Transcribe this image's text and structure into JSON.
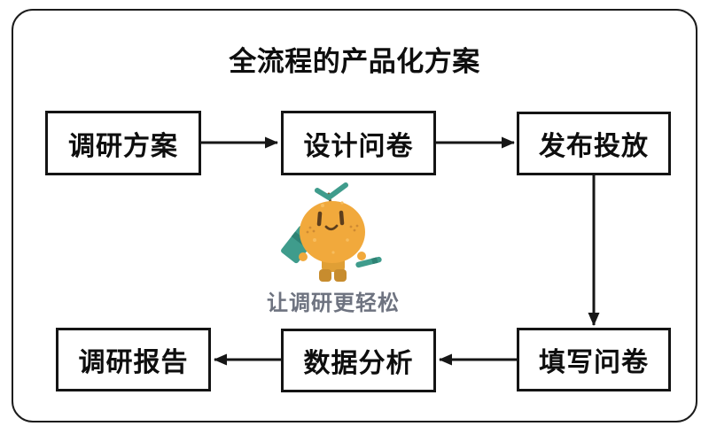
{
  "title": "全流程的产品化方案",
  "tagline": "让调研更轻松",
  "nodes": [
    {
      "id": "research-plan",
      "label": "调研方案"
    },
    {
      "id": "design-questionnaire",
      "label": "设计问卷"
    },
    {
      "id": "publish-launch",
      "label": "发布投放"
    },
    {
      "id": "research-report",
      "label": "调研报告"
    },
    {
      "id": "data-analysis",
      "label": "数据分析"
    },
    {
      "id": "fill-questionnaire",
      "label": "填写问卷"
    }
  ],
  "edges": [
    {
      "from": "调研方案",
      "to": "设计问卷"
    },
    {
      "from": "设计问卷",
      "to": "发布投放"
    },
    {
      "from": "发布投放",
      "to": "填写问卷"
    },
    {
      "from": "填写问卷",
      "to": "数据分析"
    },
    {
      "from": "数据分析",
      "to": "调研报告"
    }
  ],
  "colors": {
    "outline": "#1c1c1c",
    "arrow": "#161616",
    "mascot_orange": "#F1A93C",
    "mascot_pants": "#E09F35",
    "mascot_boots": "#C78C2E",
    "mascot_teal": "#3F9C8C",
    "mascot_teal_dark": "#2E8274",
    "mascot_face": "#5D3E1C",
    "mascot_stem": "#7A5B2E",
    "tagline_gray": "#6E7380"
  }
}
